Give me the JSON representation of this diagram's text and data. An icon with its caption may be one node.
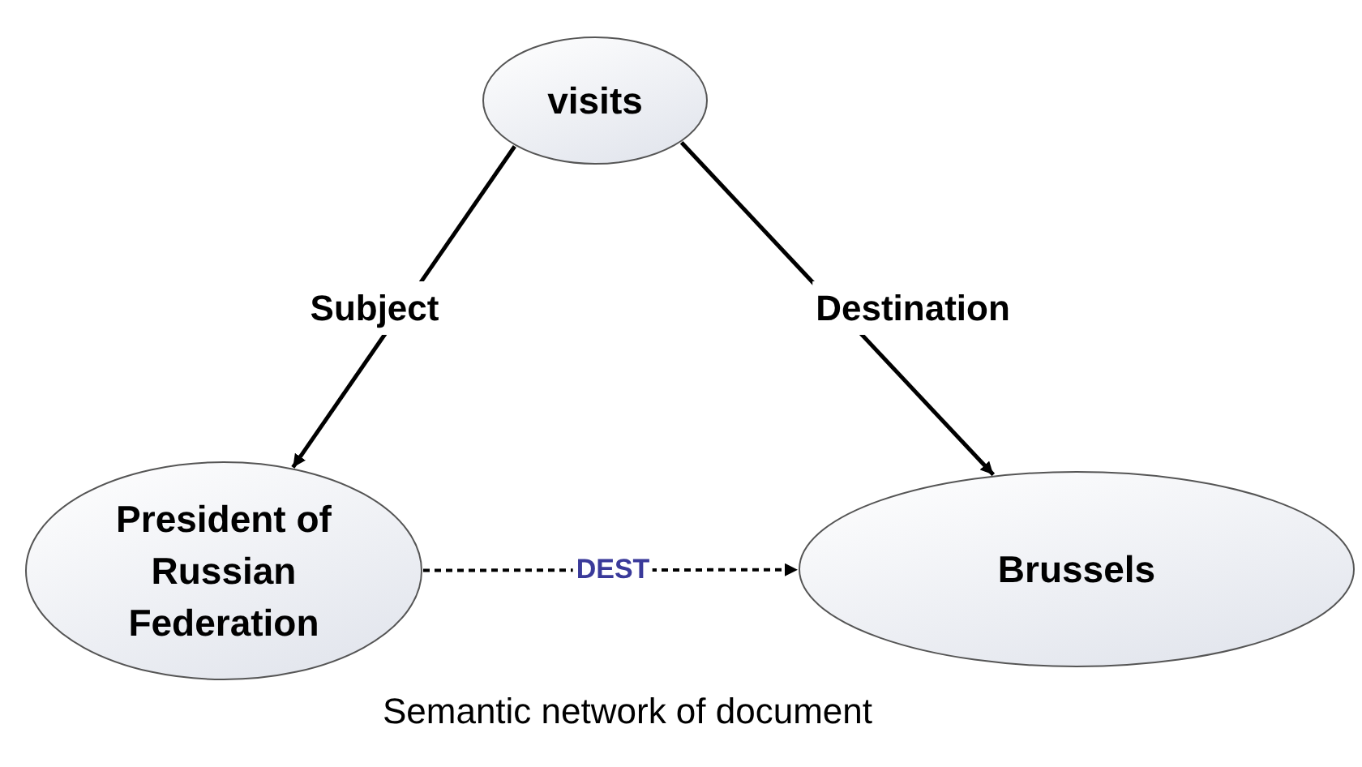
{
  "diagram": {
    "caption": "Semantic network of document",
    "nodes": [
      {
        "text": [
          "visits"
        ]
      },
      {
        "text": [
          "President of Russian Federation"
        ]
      },
      {
        "text": [
          "Brussels"
        ]
      }
    ],
    "edges": [
      {
        "from": 0,
        "to": 1,
        "arrow": "to",
        "label": "Subject"
      },
      {
        "from": 0,
        "to": 2,
        "arrow": "to",
        "label": "Destination"
      },
      {
        "from": 1,
        "to": 2,
        "arrow": "to",
        "label": "DEST",
        "style": "dashed"
      }
    ]
  }
}
